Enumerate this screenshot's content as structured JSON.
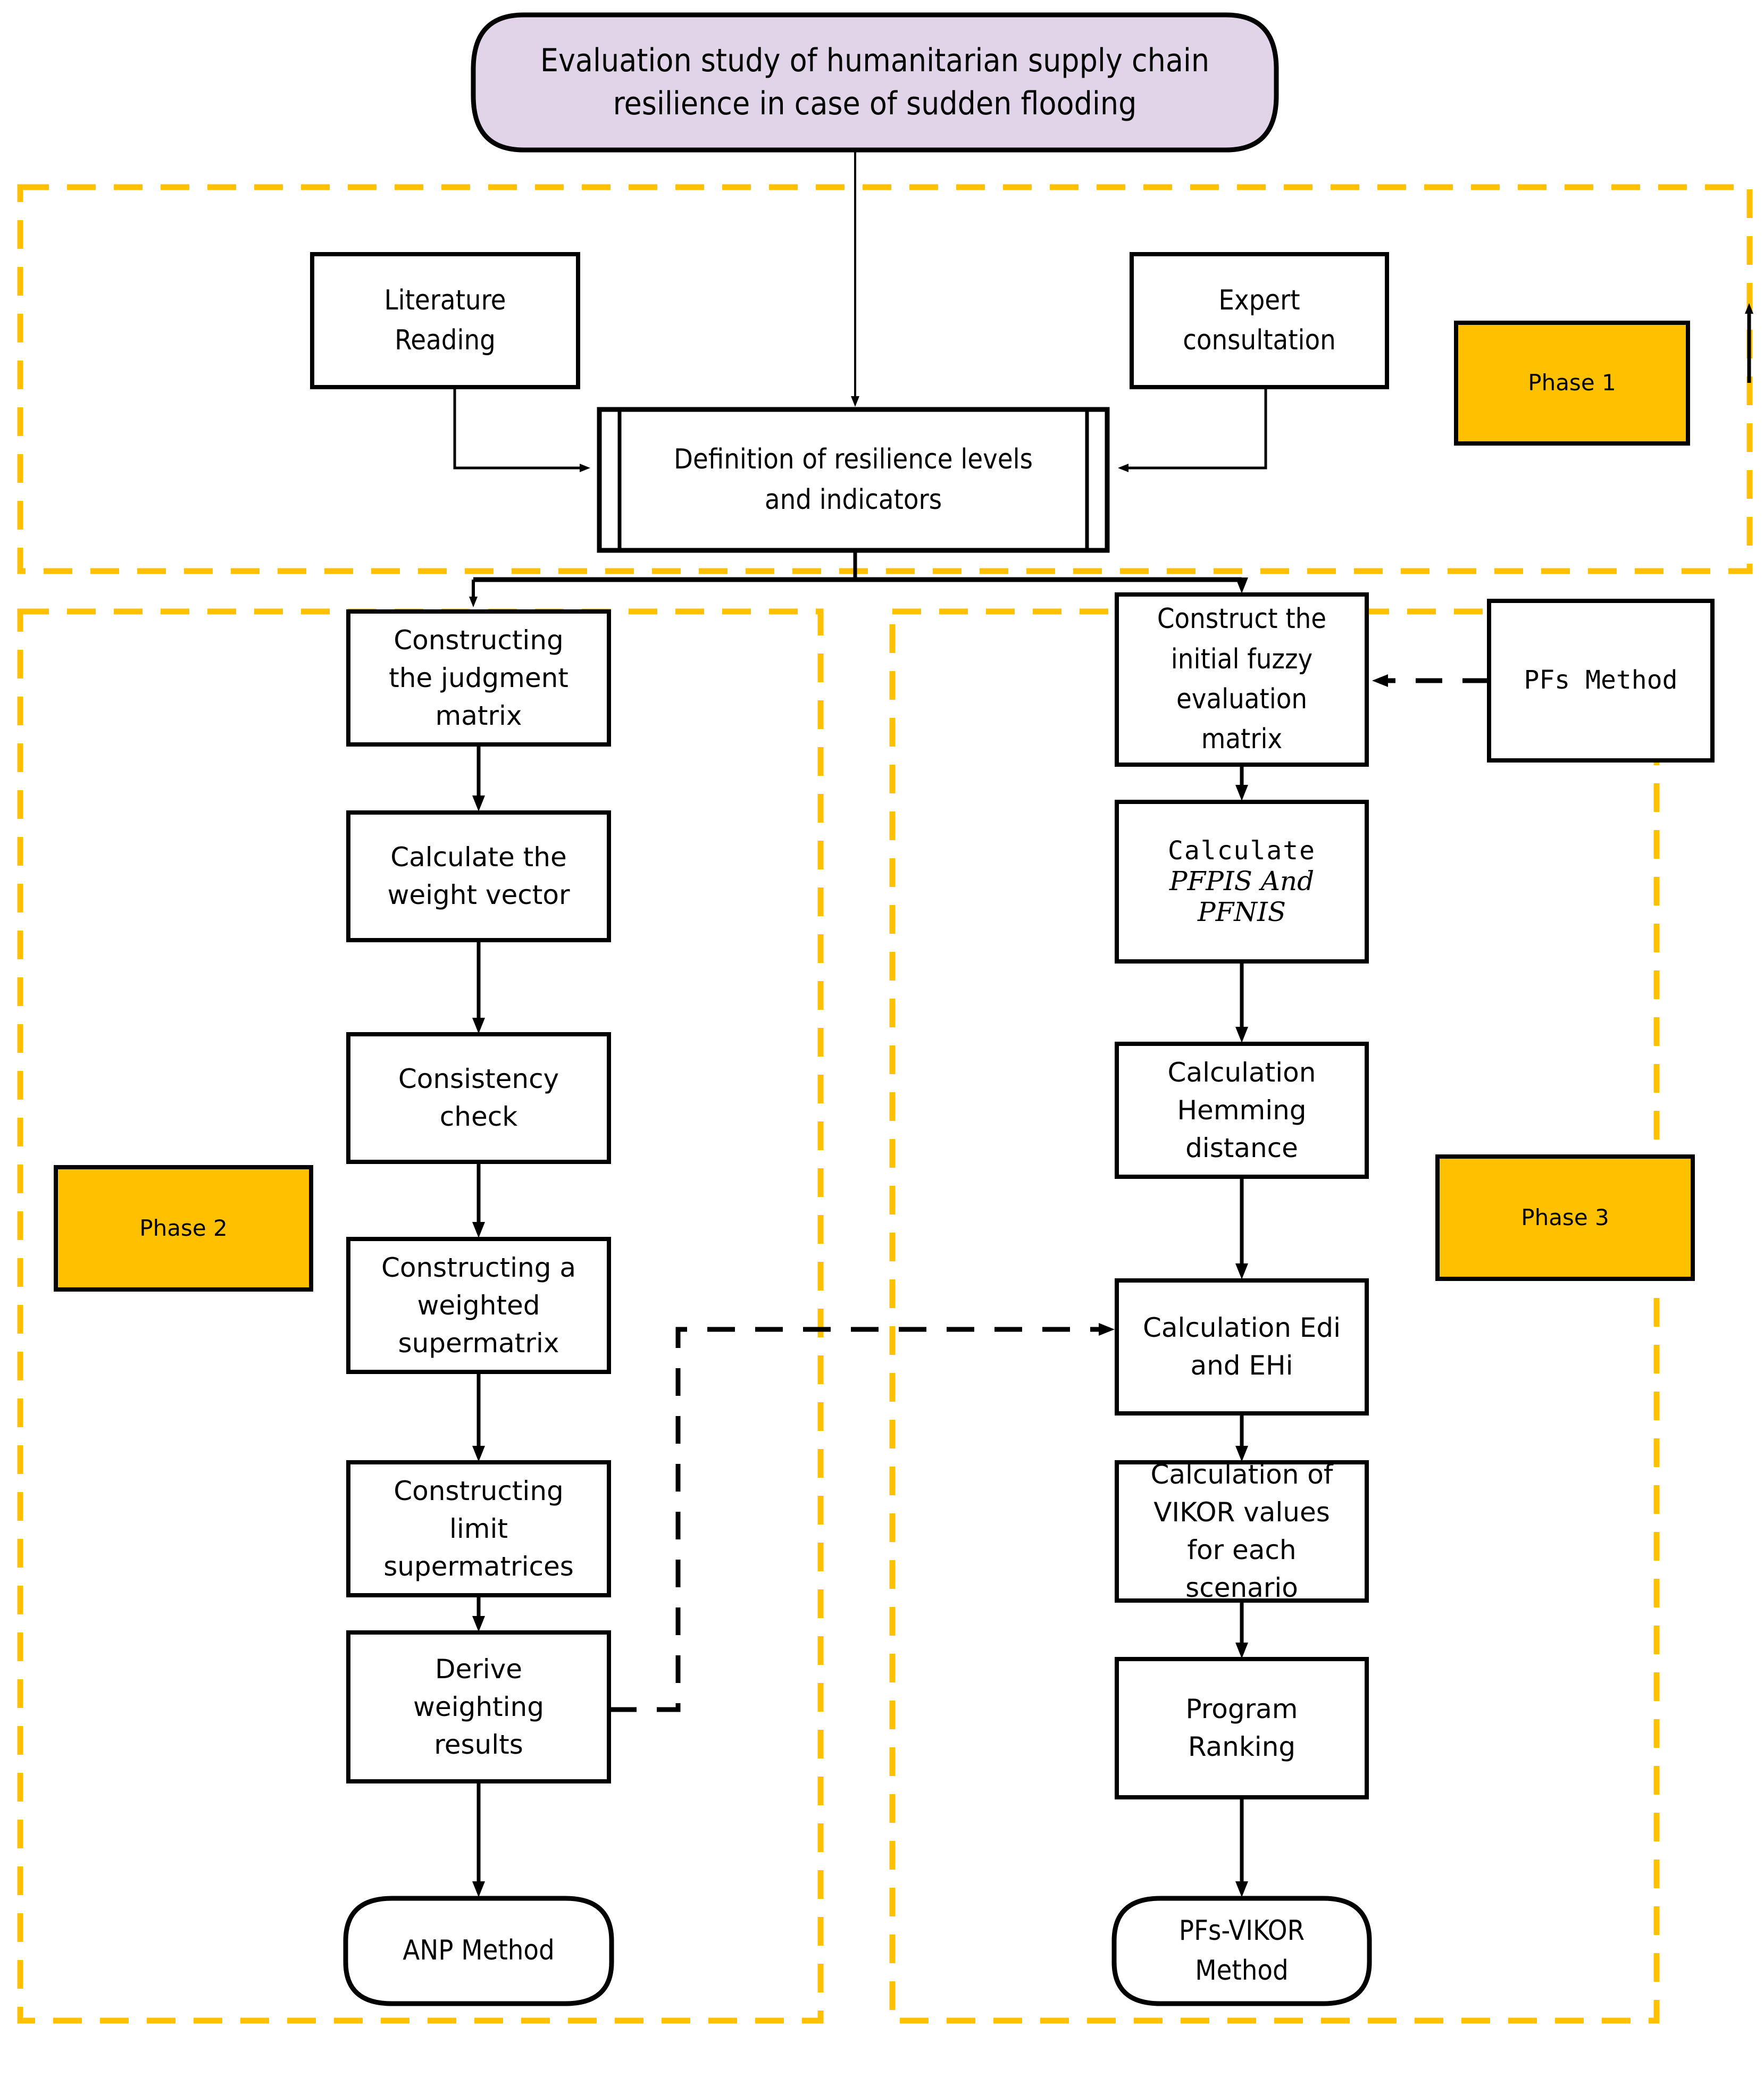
{
  "diagram": {
    "title_node": {
      "label": "Evaluation study of humanitarian supply chain resilience in case of sudden flooding",
      "shape": "rounded-terminator",
      "fill": "#E2D4E8",
      "stroke": "#000000"
    },
    "phase_badges": [
      {
        "label": "Phase 1",
        "fill": "#FFC000"
      },
      {
        "label": "Phase 2",
        "fill": "#FFC000"
      },
      {
        "label": "Phase 3",
        "fill": "#FFC000"
      }
    ],
    "phase_boundary_color": "#FFC000",
    "phase1": {
      "nodes": [
        {
          "id": "literature-reading",
          "label": "Literature\nReading",
          "shape": "rect"
        },
        {
          "id": "expert-consultation",
          "label": "Expert\nconsultation",
          "shape": "rect"
        },
        {
          "id": "definition-resilience",
          "label": "Definition of resilience levels\nand indicators",
          "shape": "predefined-process"
        }
      ]
    },
    "phase2": {
      "nodes": [
        {
          "id": "constructing-judgment-matrix",
          "label": "Constructing\nthe judgment\nmatrix",
          "shape": "rect"
        },
        {
          "id": "calculate-weight-vector",
          "label": "Calculate the\nweight vector",
          "shape": "rect"
        },
        {
          "id": "consistency-check",
          "label": "Consistency\ncheck",
          "shape": "rect"
        },
        {
          "id": "constructing-weighted-supermatrix",
          "label": "Constructing a\nweighted\nsupermatrix",
          "shape": "rect"
        },
        {
          "id": "constructing-limit-supermatrices",
          "label": "Constructing\nlimit\nsupermatrices",
          "shape": "rect"
        },
        {
          "id": "derive-weighting-results",
          "label": "Derive\nweighting\nresults",
          "shape": "rect"
        },
        {
          "id": "anp-method",
          "label": "ANP Method",
          "shape": "rounded-terminator"
        }
      ]
    },
    "phase3": {
      "nodes": [
        {
          "id": "construct-initial-fuzzy-matrix",
          "label": "Construct the\ninitial fuzzy\nevaluation\nmatrix",
          "shape": "rect"
        },
        {
          "id": "pfs-method",
          "label": "PFs  Method",
          "shape": "rect"
        },
        {
          "id": "calculate-pfpis-pfnis",
          "label": "Calculate\nPFPIS And\nPFNIS",
          "line1": "Calculate",
          "line2": "PFPIS And",
          "line3": "PFNIS",
          "shape": "rect"
        },
        {
          "id": "calculation-hemming-distance",
          "label": "Calculation\nHemming\ndistance",
          "shape": "rect"
        },
        {
          "id": "calculation-edi-ehi",
          "label": "Calculation Edi\nand EHi",
          "shape": "rect"
        },
        {
          "id": "calculation-vikor-values",
          "label": "Calculation of\nVIKOR values\nfor each\nscenario",
          "shape": "rect"
        },
        {
          "id": "program-ranking",
          "label": "Program\nRanking",
          "shape": "rect"
        },
        {
          "id": "pfs-vikor-method",
          "label": "PFs-VIKOR\nMethod",
          "shape": "rounded-terminator"
        }
      ]
    },
    "edges": [
      {
        "from": "title",
        "to": "definition-resilience",
        "style": "solid"
      },
      {
        "from": "literature-reading",
        "to": "definition-resilience",
        "style": "solid"
      },
      {
        "from": "expert-consultation",
        "to": "definition-resilience",
        "style": "solid"
      },
      {
        "from": "definition-resilience",
        "to": "constructing-judgment-matrix",
        "style": "solid"
      },
      {
        "from": "definition-resilience",
        "to": "construct-initial-fuzzy-matrix",
        "style": "solid"
      },
      {
        "from": "constructing-judgment-matrix",
        "to": "calculate-weight-vector",
        "style": "solid"
      },
      {
        "from": "calculate-weight-vector",
        "to": "consistency-check",
        "style": "solid"
      },
      {
        "from": "consistency-check",
        "to": "constructing-weighted-supermatrix",
        "style": "solid"
      },
      {
        "from": "constructing-weighted-supermatrix",
        "to": "constructing-limit-supermatrices",
        "style": "solid"
      },
      {
        "from": "constructing-limit-supermatrices",
        "to": "derive-weighting-results",
        "style": "solid"
      },
      {
        "from": "derive-weighting-results",
        "to": "anp-method",
        "style": "solid"
      },
      {
        "from": "derive-weighting-results",
        "to": "calculation-edi-ehi",
        "style": "dashed"
      },
      {
        "from": "pfs-method",
        "to": "construct-initial-fuzzy-matrix",
        "style": "dashed"
      },
      {
        "from": "construct-initial-fuzzy-matrix",
        "to": "calculate-pfpis-pfnis",
        "style": "solid"
      },
      {
        "from": "calculate-pfpis-pfnis",
        "to": "calculation-hemming-distance",
        "style": "solid"
      },
      {
        "from": "calculation-hemming-distance",
        "to": "calculation-edi-ehi",
        "style": "solid"
      },
      {
        "from": "calculation-edi-ehi",
        "to": "calculation-vikor-values",
        "style": "solid"
      },
      {
        "from": "calculation-vikor-values",
        "to": "program-ranking",
        "style": "solid"
      },
      {
        "from": "program-ranking",
        "to": "pfs-vikor-method",
        "style": "solid"
      }
    ]
  }
}
